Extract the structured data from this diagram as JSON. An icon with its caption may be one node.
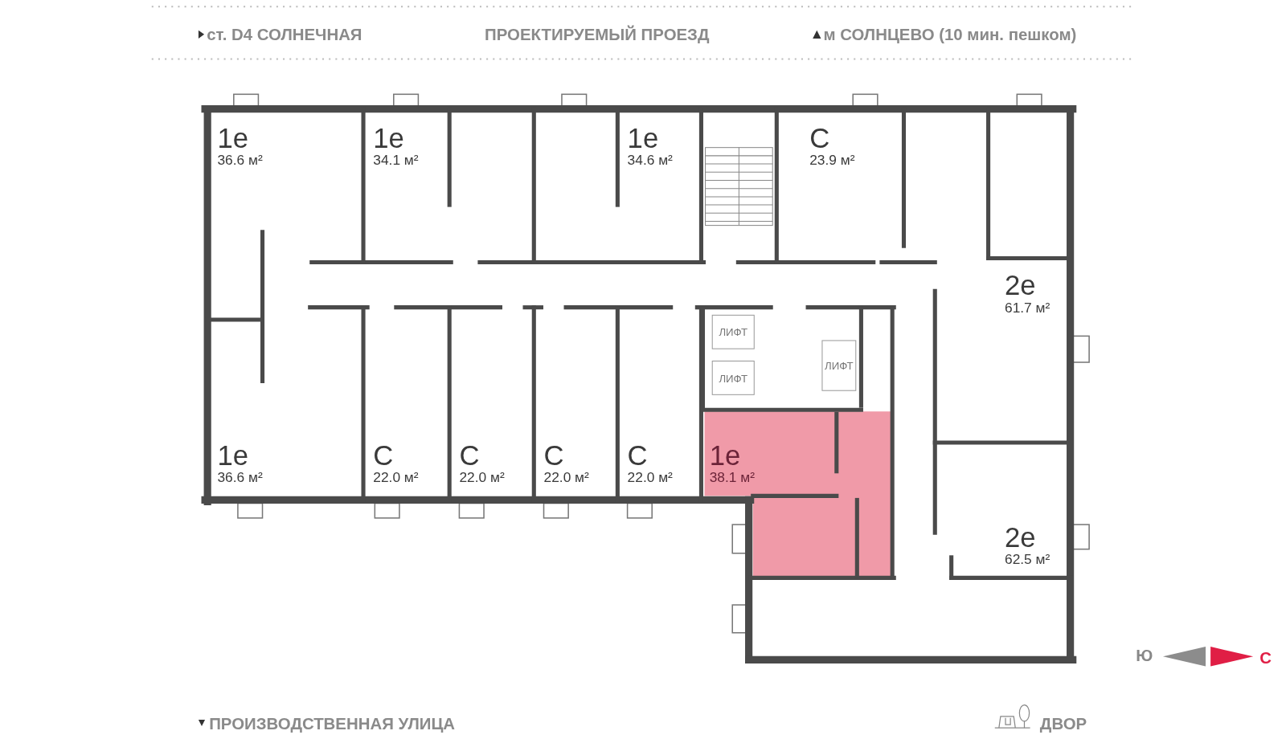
{
  "diagram": {
    "nodes": [
      {
        "text": [
          "1е",
          "36.6 м²"
        ]
      },
      {
        "text": [
          "1е",
          "34.1 м²"
        ]
      },
      {
        "text": [
          "1е",
          "34.6 м²"
        ]
      },
      {
        "text": [
          "С",
          "23.9 м²"
        ]
      },
      {
        "text": [
          "2е",
          "61.7 м²"
        ]
      },
      {
        "text": [
          "ЛИФТ"
        ]
      },
      {
        "text": [
          "ЛИФТ"
        ]
      },
      {
        "text": [
          "ЛИФТ"
        ]
      },
      {
        "text": [
          "1е",
          "36.6 м²"
        ]
      },
      {
        "text": [
          "С",
          "22.0 м²"
        ]
      },
      {
        "text": [
          "С",
          "22.0 м²"
        ]
      },
      {
        "text": [
          "С",
          "22.0 м²"
        ]
      },
      {
        "text": [
          "С",
          "22.0 м²"
        ]
      },
      {
        "text": [
          "1е",
          "38.1 м²"
        ]
      },
      {
        "text": [
          "2е",
          "62.5 м²"
        ]
      }
    ],
    "labels": [
      "ст. D4 СОЛНЕЧНАЯ",
      "ПРОЕКТИРУЕМЫЙ ПРОЕЗД",
      "м СОЛНЦЕВО (10 мин. пешком)",
      "Ю",
      "С",
      "ПРОИЗВОДСТВЕННАЯ УЛИЦА",
      "ДВОР"
    ]
  }
}
